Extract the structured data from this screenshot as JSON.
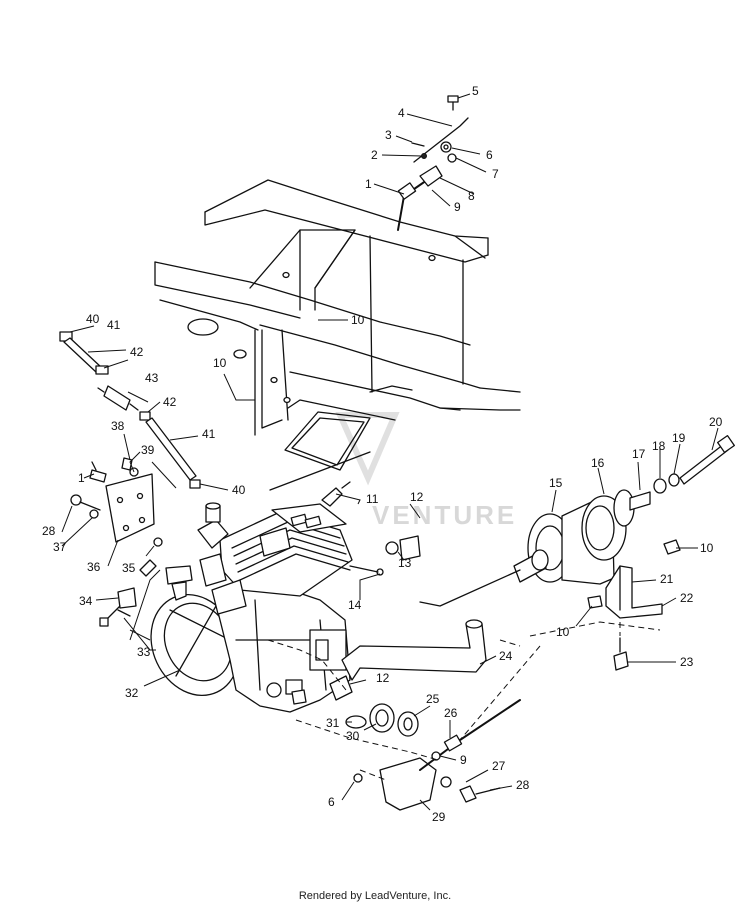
{
  "watermark": "VENTURE",
  "footer": "Rendered by LeadVenture, Inc.",
  "callouts": [
    "5",
    "4",
    "3",
    "2",
    "6",
    "7",
    "1",
    "8",
    "9",
    "10",
    "40",
    "41",
    "42",
    "43",
    "42",
    "41",
    "38",
    "39",
    "1",
    "40",
    "10",
    "11",
    "12",
    "13",
    "28",
    "37",
    "36",
    "35",
    "34",
    "33",
    "32",
    "14",
    "15",
    "16",
    "17",
    "18",
    "19",
    "20",
    "10",
    "21",
    "22",
    "10",
    "23",
    "24",
    "12",
    "31",
    "30",
    "25",
    "26",
    "9",
    "6",
    "27",
    "28",
    "29"
  ]
}
